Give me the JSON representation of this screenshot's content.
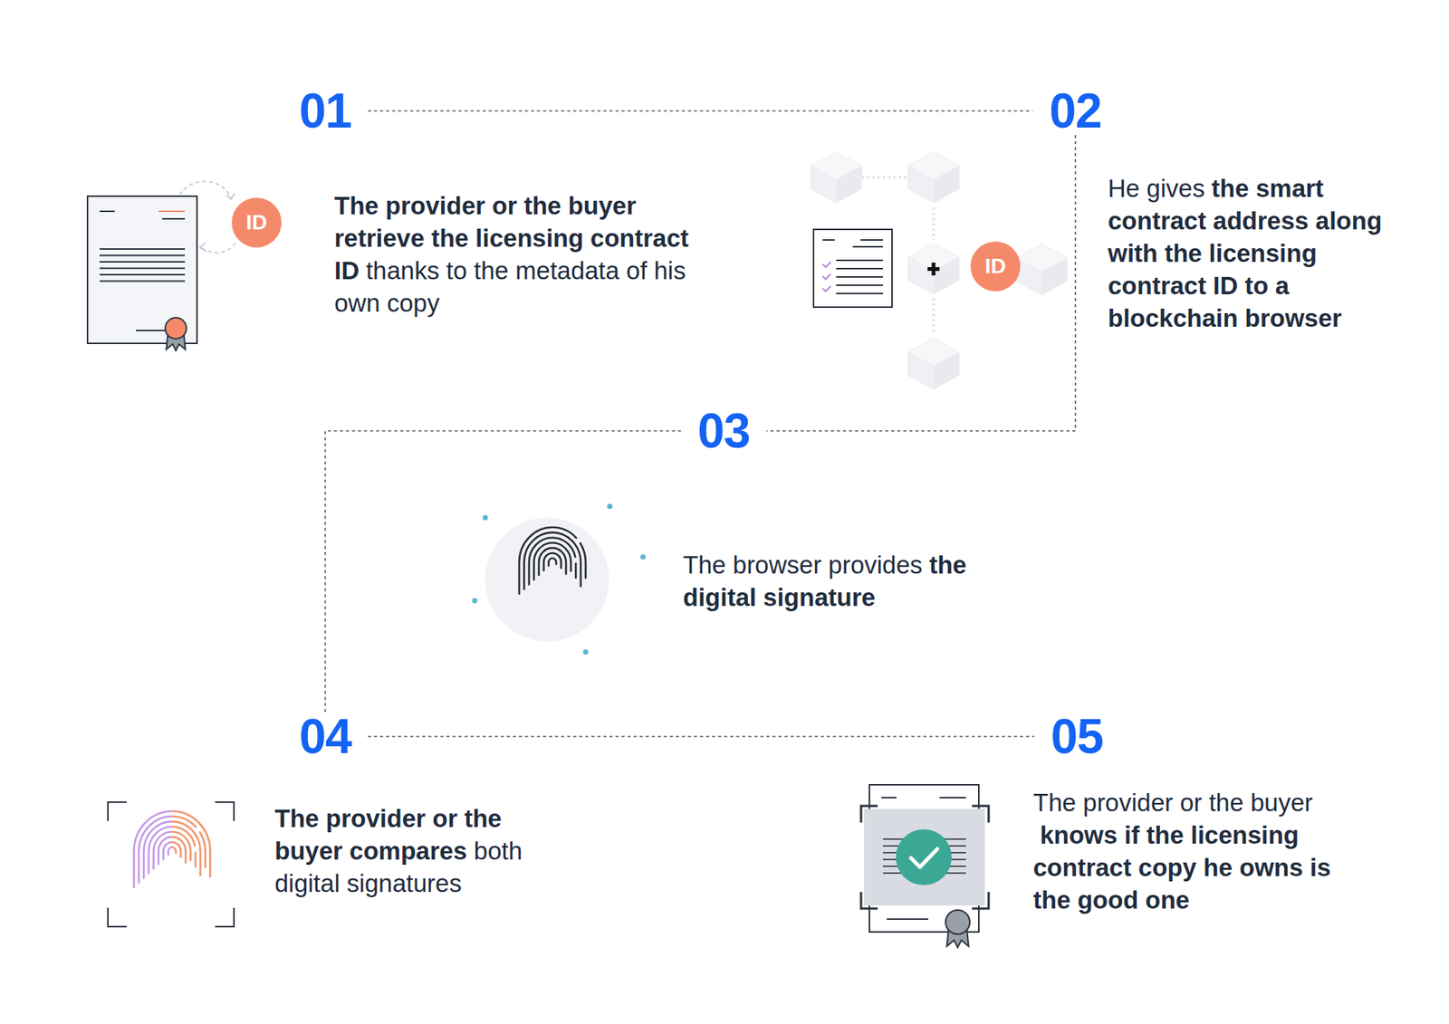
{
  "diagram": {
    "nodes": [
      {
        "text": [
          "01"
        ]
      },
      {
        "text": [
          "ID"
        ]
      },
      {
        "text": [
          "02"
        ]
      },
      {
        "text": [
          "ID"
        ]
      },
      {
        "text": [
          "03"
        ]
      },
      {
        "text": [
          "04"
        ]
      },
      {
        "text": [
          "05"
        ]
      }
    ],
    "edges": [
      {
        "from": 0,
        "to": 2,
        "arrow": "none"
      },
      {
        "from": 2,
        "to": 4,
        "arrow": "none"
      },
      {
        "from": 4,
        "to": 5,
        "arrow": "none"
      },
      {
        "from": 5,
        "to": 6,
        "arrow": "none"
      }
    ],
    "labels": [
      "The provider or the buyer retrieve the licensing contract ID",
      "thanks to the metadata of his own copy",
      "He gives",
      "the smart contract address along with the licensing contract ID to a blockchain browser",
      "The browser provides",
      "the digital signature",
      "The provider or the buyer compares",
      "both digital signatures",
      "The provider or the buyer",
      "knows if the licensing contract copy he owns is the good one"
    ]
  }
}
